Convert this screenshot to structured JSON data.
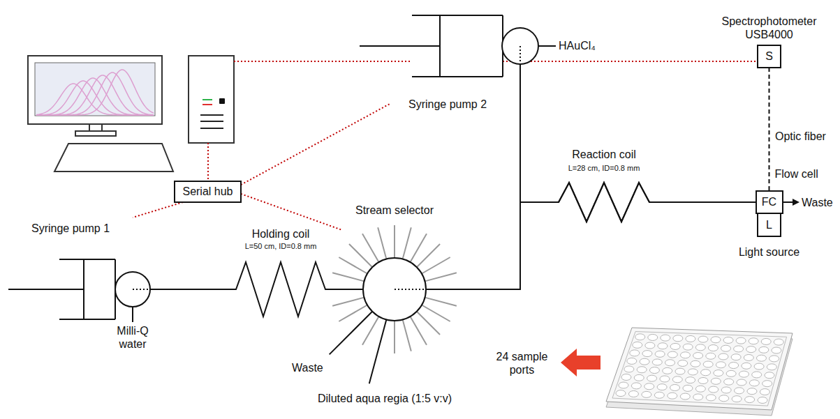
{
  "diagram": {
    "nodes": [
      {
        "text": [
          "Spectrophotometer USB4000",
          "S"
        ]
      },
      {
        "text": [
          "Syringe pump 2"
        ]
      },
      {
        "text": [
          "Serial hub"
        ]
      },
      {
        "text": [
          "Flow cell",
          "FC"
        ]
      },
      {
        "text": [
          "L",
          "Light source"
        ]
      },
      {
        "text": [
          "Syringe pump 1"
        ]
      },
      {
        "text": [
          "Stream selector"
        ]
      }
    ],
    "edges": [
      {
        "from": 2,
        "to": 1,
        "arrow": "none"
      },
      {
        "from": 2,
        "to": 5,
        "arrow": "none"
      },
      {
        "from": 2,
        "to": 6,
        "arrow": "none"
      },
      {
        "from": 0,
        "to": 3,
        "arrow": "none",
        "label": "Optic fiber"
      },
      {
        "from": 5,
        "to": 6,
        "arrow": "none"
      },
      {
        "from": 1,
        "to": 3,
        "arrow": "none"
      },
      {
        "from": 6,
        "to": 3,
        "arrow": "none"
      }
    ],
    "labels": [
      "HAuCl₄",
      "Reaction coil",
      "L=28 cm, ID=0.8 mm",
      "Waste",
      "Milli-Q water",
      "Holding coil",
      "L=50 cm, ID=0.8 mm",
      "Waste",
      "Diluted aqua regia (1:5 v:v)",
      "24 sample ports"
    ]
  }
}
